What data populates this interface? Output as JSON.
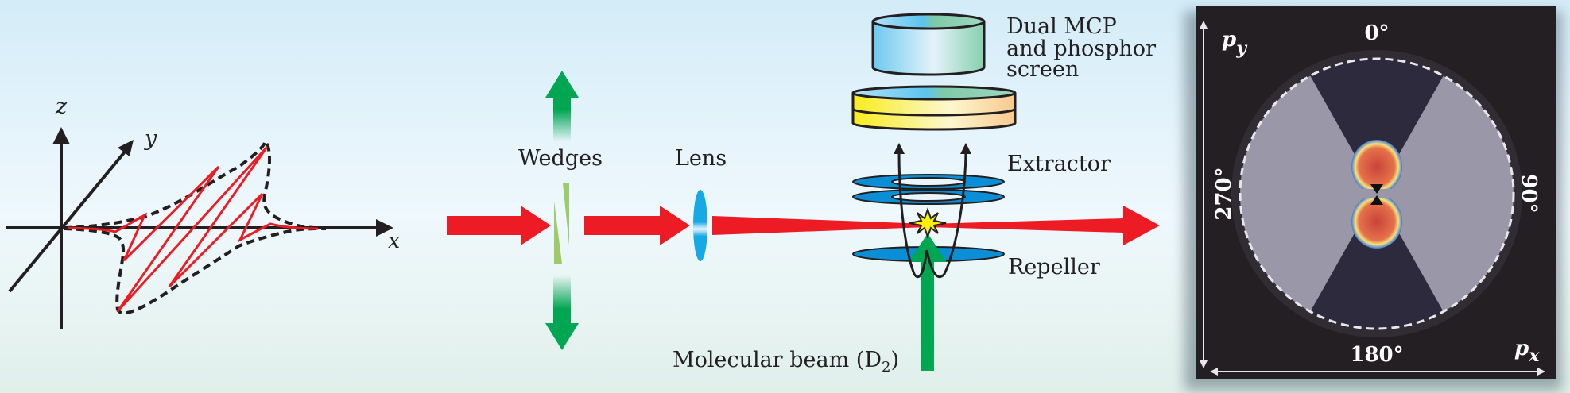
{
  "axes": {
    "x_label": "x",
    "y_label": "y",
    "z_label": "z"
  },
  "optics": {
    "wedges_label": "Wedges",
    "lens_label": "Lens"
  },
  "detector": {
    "mcp_label_lines": [
      "Dual MCP",
      "and phosphor",
      "screen"
    ],
    "extractor_label": "Extractor",
    "repeller_label": "Repeller",
    "molecular_beam_label": "Molecular beam (D",
    "molecular_beam_subscript": "2",
    "molecular_beam_close": ")"
  },
  "image_panel": {
    "py_label": "p",
    "py_sub": "y",
    "px_label": "p",
    "px_sub": "x",
    "angle_top": "0°",
    "angle_right": "90°",
    "angle_bottom": "180°",
    "angle_left": "270°"
  },
  "colors": {
    "laser_red": "#ed1c24",
    "beam_green": "#00a651",
    "disk_blue": "#0a8fd6",
    "wedge_green": "#9ccb6b",
    "panel_dark": "#231f22"
  }
}
